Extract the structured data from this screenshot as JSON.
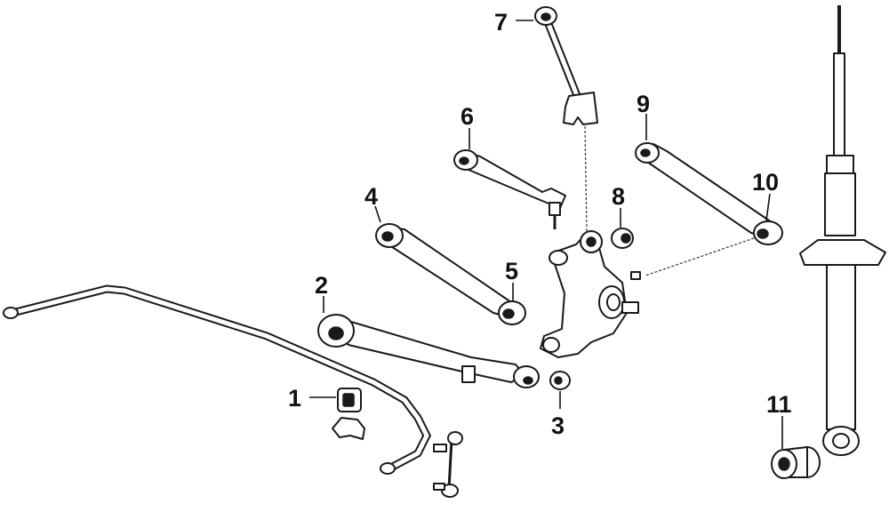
{
  "callouts": [
    {
      "id": "1",
      "label": "1"
    },
    {
      "id": "2",
      "label": "2"
    },
    {
      "id": "3",
      "label": "3"
    },
    {
      "id": "4",
      "label": "4"
    },
    {
      "id": "5",
      "label": "5"
    },
    {
      "id": "6",
      "label": "6"
    },
    {
      "id": "7",
      "label": "7"
    },
    {
      "id": "8",
      "label": "8"
    },
    {
      "id": "9",
      "label": "9"
    },
    {
      "id": "10",
      "label": "10"
    },
    {
      "id": "11",
      "label": "11"
    }
  ],
  "colors": {
    "line": "#1a1a1a",
    "background": "#ffffff"
  }
}
